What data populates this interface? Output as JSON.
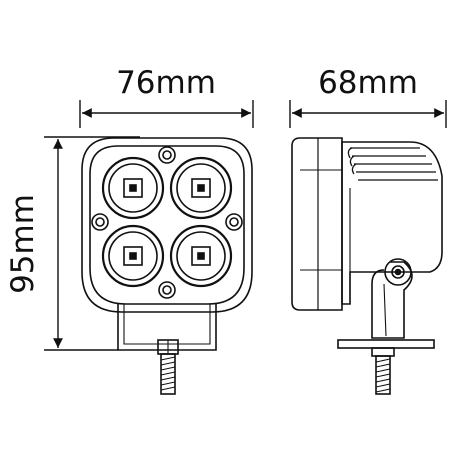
{
  "dimensions": {
    "width_label": "76mm",
    "depth_label": "68mm",
    "height_label": "95mm"
  },
  "colors": {
    "line": "#111111",
    "background": "#ffffff"
  }
}
